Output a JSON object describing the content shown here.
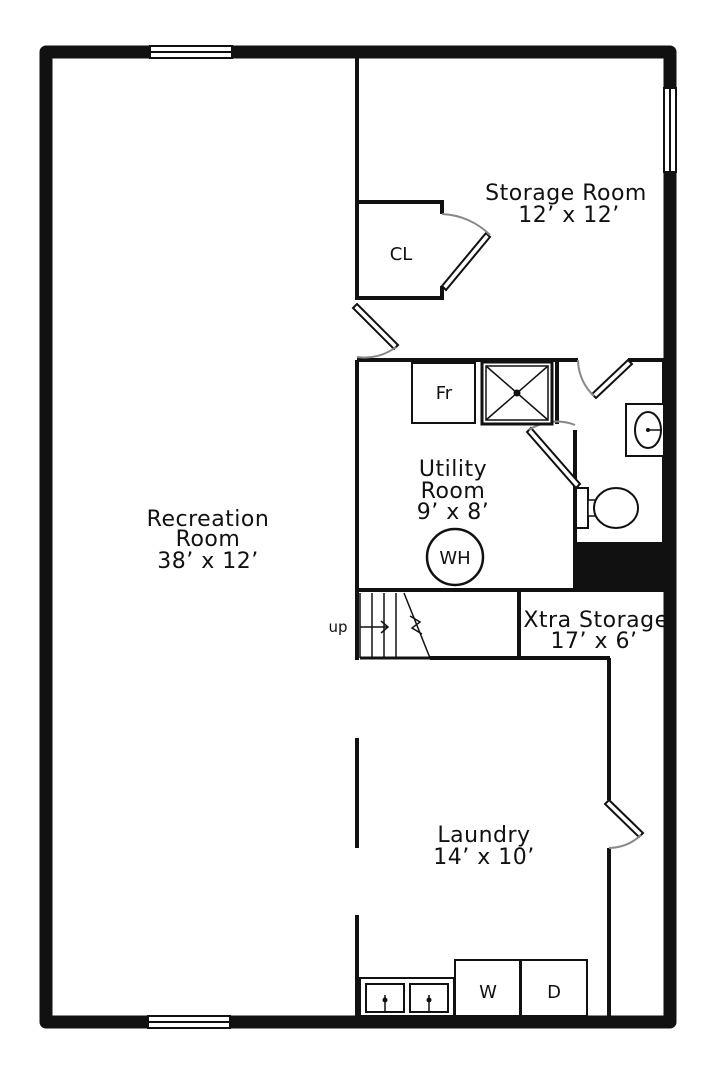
{
  "rooms": {
    "storage": {
      "name": "Storage Room",
      "dims": "12’ x 12’"
    },
    "recreation": {
      "name_line1": "Recreation",
      "name_line2": "Room",
      "dims": "38’ x 12’"
    },
    "utility": {
      "name_line1": "Utility",
      "name_line2": "Room",
      "dims": "9’ x 8’"
    },
    "xtra": {
      "name": "Xtra Storage",
      "dims": "17’ x 6’"
    },
    "laundry": {
      "name": "Laundry",
      "dims": "14’ x 10’"
    }
  },
  "fixtures": {
    "closet": "CL",
    "fridge": "Fr",
    "water_heater": "WH",
    "washer": "W",
    "dryer": "D",
    "stairs_direction": "up"
  },
  "colors": {
    "wall": "#111111",
    "door_swing": "#888888"
  }
}
